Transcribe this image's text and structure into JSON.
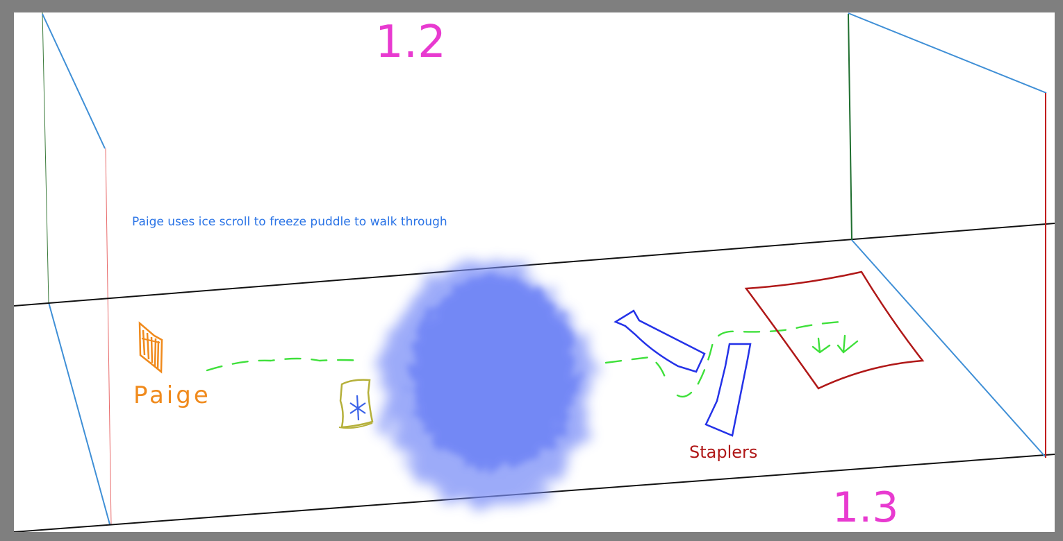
{
  "labels": {
    "scene_left": "1.2",
    "scene_right": "1.3",
    "note": "Paige uses ice scroll to freeze puddle to walk through",
    "character": "Paige",
    "obstacle": "Staplers"
  },
  "colors": {
    "background": "#7f7f7f",
    "canvas": "#ffffff",
    "scene_number": "#e83ad0",
    "note": "#2b74e6",
    "character": "#f08a1c",
    "scroll": "#b5b03a",
    "scroll_mark": "#3b62e8",
    "puddle": "#6a80f5",
    "path": "#3ee03a",
    "stapler": "#2432e8",
    "target": "#b01818",
    "floor": "#111111",
    "wall": "#3f8fd6"
  },
  "icons": [
    "paige-figure-icon",
    "ice-scroll-icon",
    "snowflake-icon",
    "down-arrow-icon"
  ]
}
